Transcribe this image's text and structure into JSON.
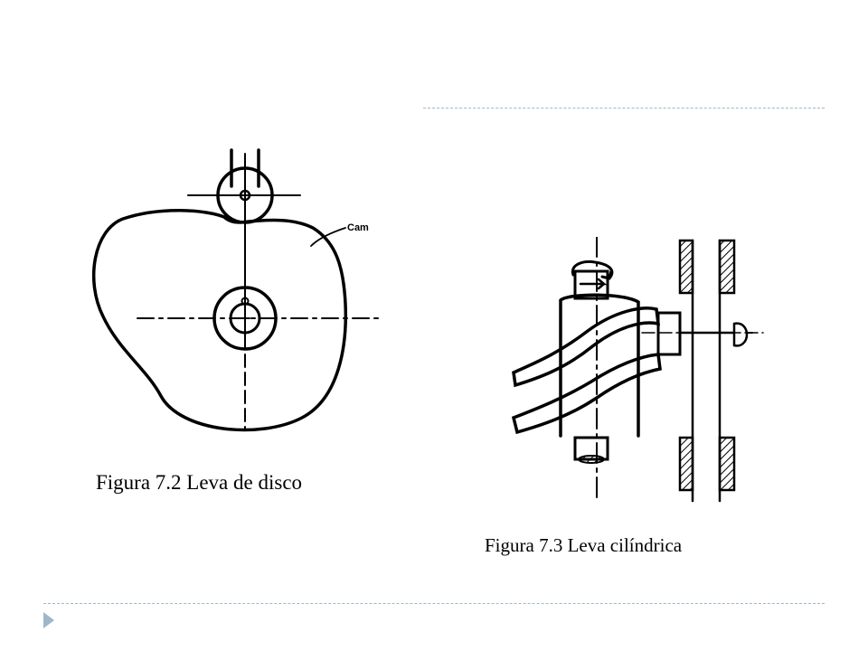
{
  "slide": {
    "accent_color": "#9fb7c8",
    "nav_icon": "triangle-right-icon"
  },
  "figures": {
    "disk_cam": {
      "caption": "Figura 7.2 Leva de disco",
      "part_label": "Cam"
    },
    "cylindrical_cam": {
      "caption": "Figura 7.3 Leva cilíndrica"
    }
  }
}
